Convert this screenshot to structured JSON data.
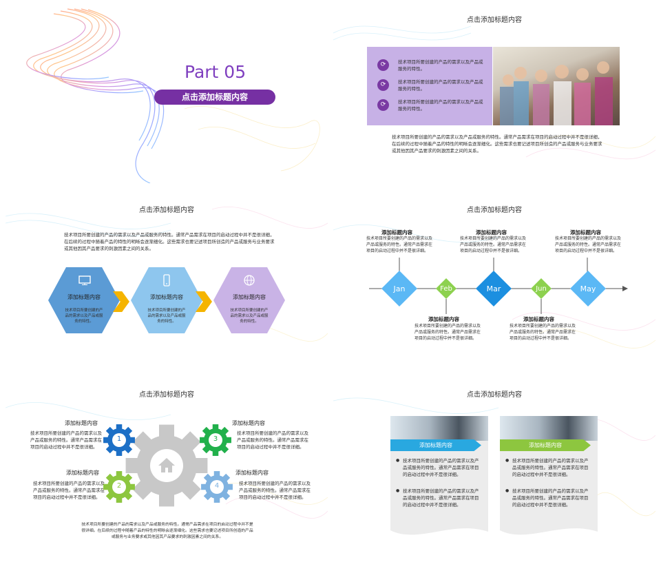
{
  "slide1": {
    "part": "Part 05",
    "title": "点击添加标题内容"
  },
  "slide2": {
    "title": "点击添加标题内容",
    "items": [
      "技术项目所要创建的产品的需求以及产品或服务的特性。",
      "技术项目所要创建的产品的需求以及产品或服务的特性。",
      "技术项目所要创建的产品的需求以及产品或服务的特性。"
    ],
    "body": "技术项目所要创建的产品的需求以及产品或服务的特性。通常产品需求在项目的启动过程中并不是很详细，在后续的过程中随着产品的特性的明晰会逐渐细化。这些需求也要记述项目所创造的产品或服务与业务要求或其他因其产品要求的刺激因素之间的关系。"
  },
  "slide3": {
    "title": "点击添加标题内容",
    "body": "技术项目所要创建的产品的需求以及产品或服务的特性。通常产品需求在项目的启动过程中并不是很详细，在后续的过程中随着产品的特性的明晰会逐渐细化。这些需求也要记述项目所创造的产品或服务与业务要求或其他因其产品要求的刺激因素之间的关系。",
    "hexes": [
      {
        "title": "添加标题内容",
        "desc": "技术项目所要创建的产品的需求以及产品或服务的特性。",
        "color": "#5b9bd5",
        "icon": "monitor-icon"
      },
      {
        "title": "添加标题内容",
        "desc": "技术项目所要创建的产品的需求以及产品或服务的特性。",
        "color": "#8ec6ee",
        "icon": "phone-icon"
      },
      {
        "title": "添加标题内容",
        "desc": "技术项目所要创建的产品的需求以及产品或服务的特性。",
        "color": "#c9b3e6",
        "icon": "globe-icon"
      }
    ]
  },
  "slide4": {
    "title": "点击添加标题内容",
    "top": [
      {
        "h": "添加标题内容",
        "d": "技术项目所要创建的产品的需求以及产品或服务的特性。通常产品需求在项目的启动过程中并不是很详细。"
      },
      {
        "h": "添加标题内容",
        "d": "技术项目所要创建的产品的需求以及产品或服务的特性。通常产品需求在项目的启动过程中并不是很详细。"
      },
      {
        "h": "添加标题内容",
        "d": "技术项目所要创建的产品的需求以及产品或服务的特性。通常产品需求在项目的启动过程中并不是很详细。"
      }
    ],
    "bottom": [
      {
        "h": "添加标题内容",
        "d": "技术项目所要创建的产品的需求以及产品或服务的特性。通常产品需求在项目的启动过程中并不是很详细。"
      },
      {
        "h": "添加标题内容",
        "d": "技术项目所要创建的产品的需求以及产品或服务的特性。通常产品需求在项目的启动过程中并不是很详细。"
      }
    ],
    "months": [
      {
        "label": "Jan",
        "color": "#5bb8f5"
      },
      {
        "label": "Feb",
        "color": "#8dd14f"
      },
      {
        "label": "Mar",
        "color": "#1c8fe0"
      },
      {
        "label": "Jun",
        "color": "#8dd14f"
      },
      {
        "label": "May",
        "color": "#5bb8f5"
      }
    ]
  },
  "slide5": {
    "title": "点击添加标题内容",
    "blocks": [
      {
        "h": "添加标题内容",
        "d": "技术项目所要创建的产品的需求以及产品或服务的特性。通常产品需求在项目的启动过程中并不是很详细。"
      },
      {
        "h": "添加标题内容",
        "d": "技术项目所要创建的产品的需求以及产品或服务的特性。通常产品需求在项目的启动过程中并不是很详细。"
      },
      {
        "h": "添加标题内容",
        "d": "技术项目所要创建的产品的需求以及产品或服务的特性。通常产品需求在项目的启动过程中并不是很详细。"
      },
      {
        "h": "添加标题内容",
        "d": "技术项目所要创建的产品的需求以及产品或服务的特性。通常产品需求在项目的启动过程中并不是很详细。"
      }
    ],
    "gears": [
      {
        "n": "1",
        "color": "#1c6fc6"
      },
      {
        "n": "2",
        "color": "#8dc63f"
      },
      {
        "n": "3",
        "color": "#21b04b"
      },
      {
        "n": "4",
        "color": "#7fb2e0"
      }
    ],
    "body": "技术项目所要创建的产品的需求以及产品或服务的特性。通常产品需求在项目的启动过程中并不是很详细。在后续的过程中随着产品的特性的明晰会逐渐细化。这些需求也要记述项目所创造的产品或服务与业务要求或其他因其产品要求的刺激因素之间的关系。"
  },
  "slide6": {
    "title": "点击添加标题内容",
    "cards": [
      {
        "bar": "添加标题内容",
        "color": "#29a8e0",
        "b1": "技术项目所要创建的产品的需求以及产品或服务的特性。通常产品需求在项目的启动过程中并不是很详细。",
        "b2": "技术项目所要创建的产品的需求以及产品或服务的特性。通常产品需求在项目的启动过程中并不是很详细。"
      },
      {
        "bar": "添加标题内容",
        "color": "#8dc63f",
        "b1": "技术项目所要创建的产品的需求以及产品或服务的特性。通常产品需求在项目的启动过程中并不是很详细。",
        "b2": "技术项目所要创建的产品的需求以及产品或服务的特性。通常产品需求在项目的启动过程中并不是很详细。"
      }
    ]
  }
}
